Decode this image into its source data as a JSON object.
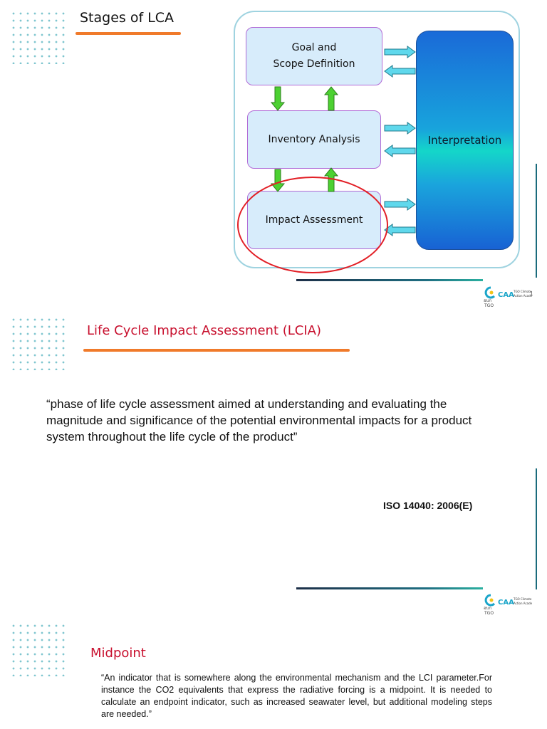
{
  "slide1": {
    "title": "Stages of LCA",
    "diagram": {
      "goal": "Goal and\nScope Definition",
      "inventory": "Inventory Analysis",
      "impact": "Impact Assessment",
      "interpretation": "Interpretation"
    },
    "page_number": "1"
  },
  "slide2": {
    "title": "Life Cycle Impact Assessment (LCIA)",
    "quote": "“phase of life cycle assessment aimed at understanding and evaluating the magnitude and significance of the potential environmental impacts for a product system throughout the life cycle of the product”",
    "source": "ISO 14040: 2006(E)"
  },
  "slide3": {
    "title": "Midpoint",
    "quote": "“An indicator that is somewhere along the environmental mechanism and the LCI parameter.For instance the CO2 equivalents that express the radiative forcing is a midpoint. It is needed to calculate an endpoint indicator, such as increased seawater level, but additional modeling steps are needed.”"
  },
  "logo": {
    "mark_text": "อบก\nTGO",
    "brand": "CAA",
    "sub1": "TGO Climate",
    "sub2": "Action Academy"
  },
  "colors": {
    "accent_orange": "#f07a2a",
    "title_red": "#c8102e",
    "teal_line": "#1a6b7c",
    "stage_fill": "#d7ecfb",
    "arrow_green": "#4cd131",
    "arrow_cyan": "#5fd8ec"
  }
}
